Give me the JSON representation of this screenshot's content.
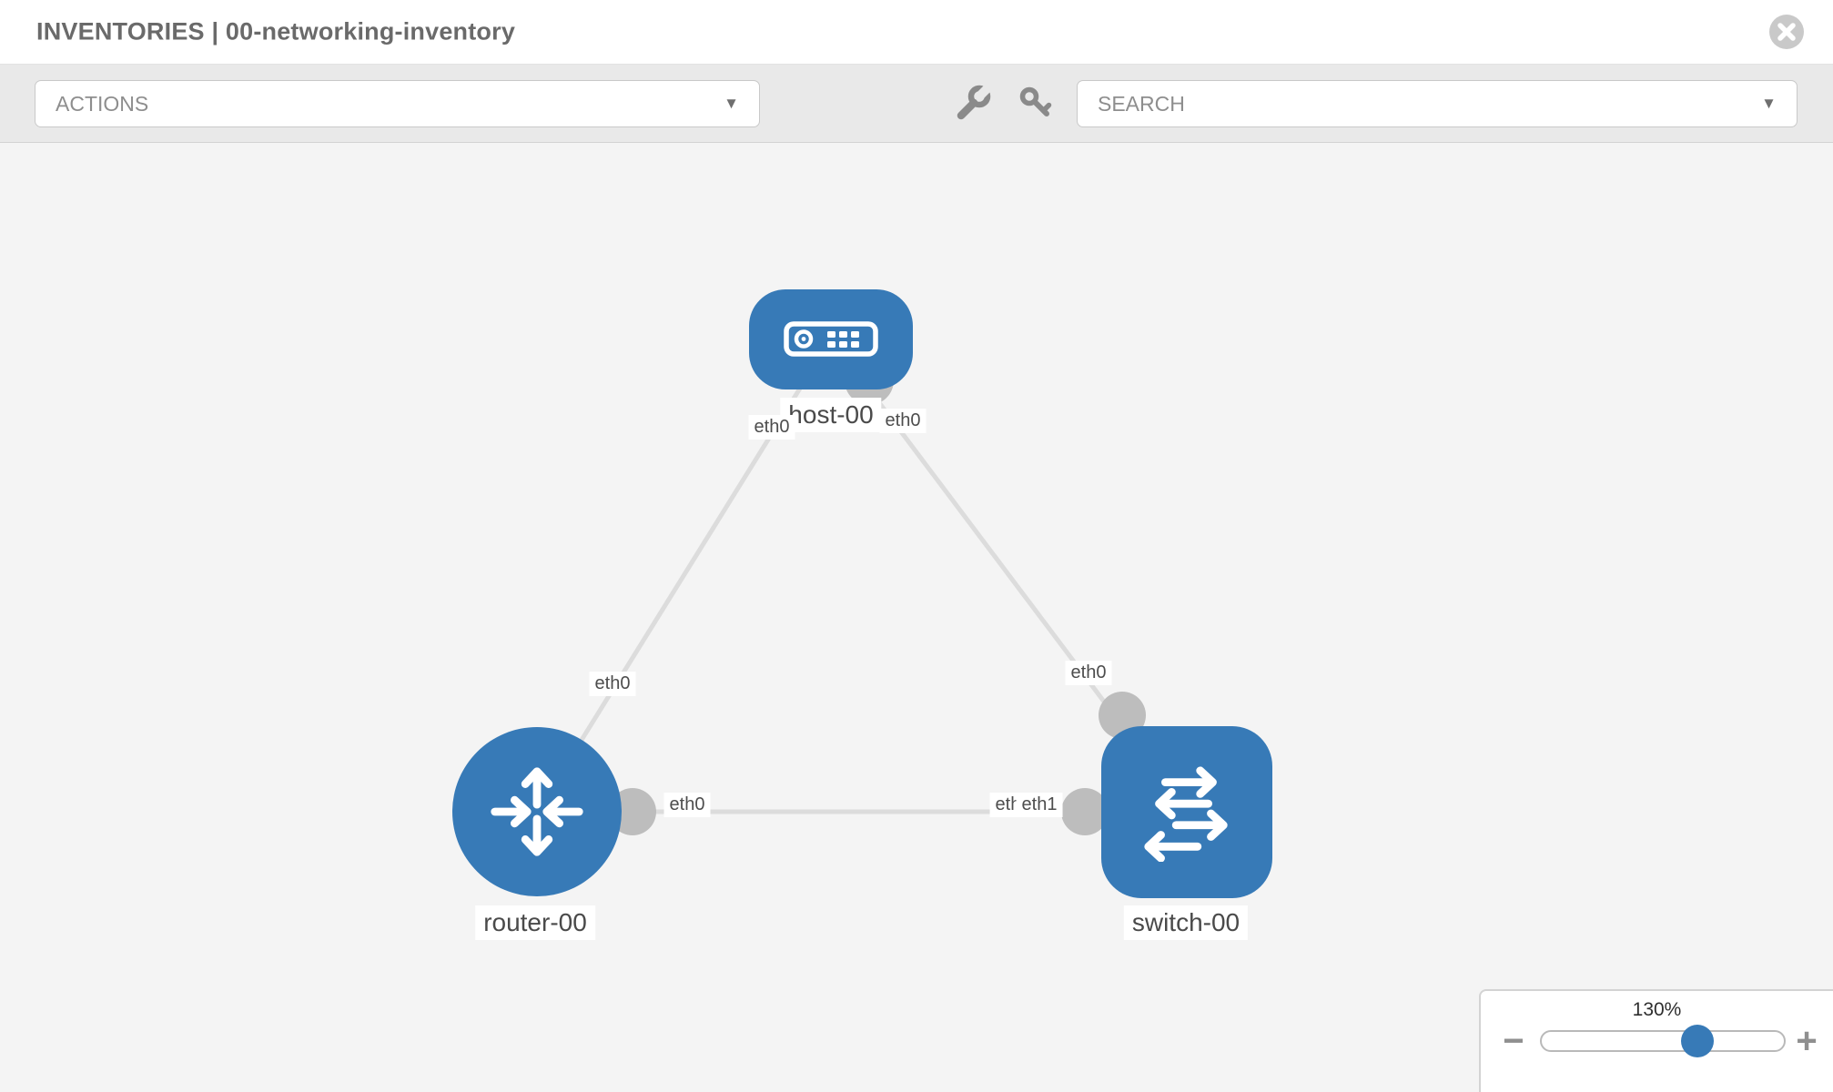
{
  "header": {
    "title": "INVENTORIES | 00-networking-inventory"
  },
  "toolbar": {
    "actions": {
      "label": "ACTIONS",
      "caret": "▼"
    },
    "search": {
      "label": "SEARCH",
      "caret": "▼"
    }
  },
  "topology": {
    "nodes": [
      {
        "name": "host-00",
        "type": "host"
      },
      {
        "name": "router-00",
        "type": "router"
      },
      {
        "name": "switch-00",
        "type": "switch"
      }
    ],
    "links": [
      {
        "from": "host-00",
        "to": "router-00",
        "labels": {
          "near_host": "eth0",
          "near_router": "eth0"
        }
      },
      {
        "from": "host-00",
        "to": "switch-00",
        "labels": {
          "near_host": "eth0",
          "near_switch": "eth0"
        }
      },
      {
        "from": "router-00",
        "to": "switch-00",
        "labels": {
          "near_router": "eth0",
          "near_switch_back": "eth0",
          "near_switch_front": "eth1"
        }
      }
    ]
  },
  "zoom_control": {
    "level": "130%",
    "minus": "−",
    "plus": "+"
  },
  "colors": {
    "node_blue": "#377ab7",
    "link_gray": "#dcdcdc",
    "connector_gray": "#bdbdbd",
    "canvas_bg": "#f4f4f4",
    "toolbar_bg": "#e9e9e9"
  }
}
